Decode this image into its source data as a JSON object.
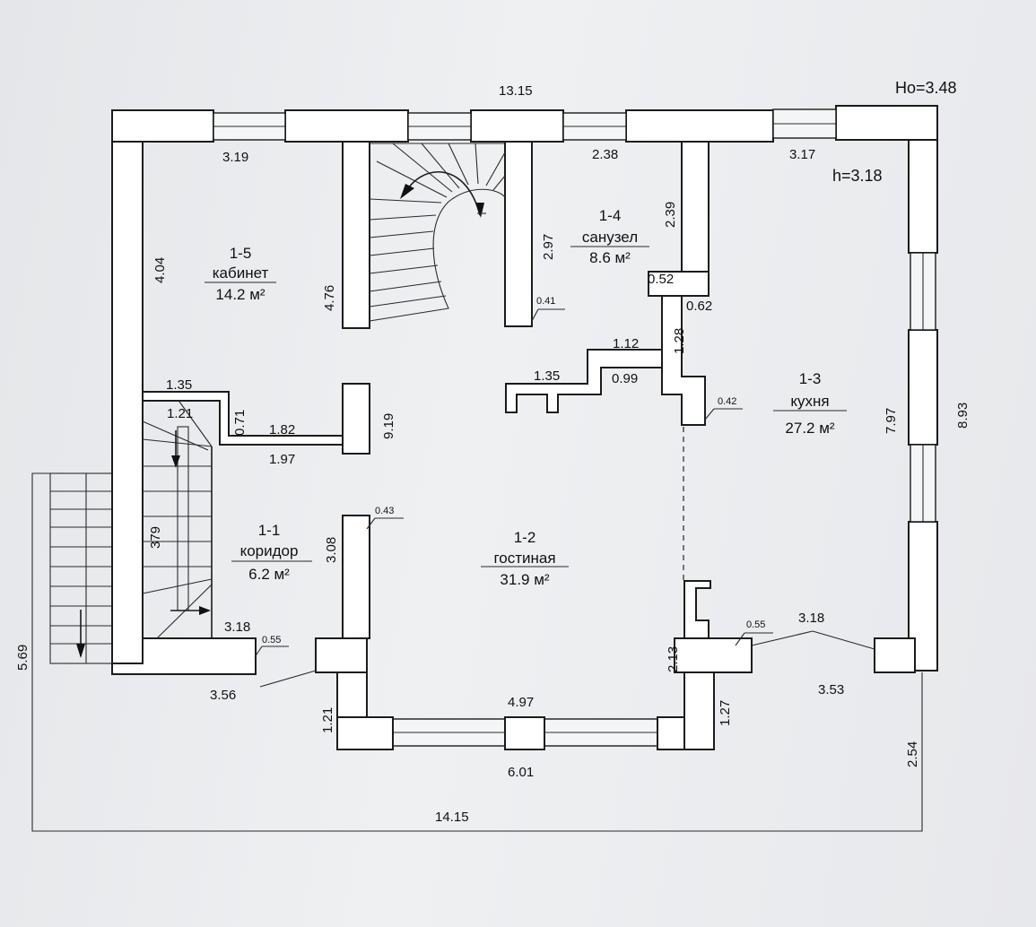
{
  "header": {
    "ceiling_total": "Ho=3.48",
    "ceiling_clear": "h=3.18"
  },
  "rooms": [
    {
      "id": "1-5",
      "name": "кабинет",
      "area": "14.2 м²"
    },
    {
      "id": "1-4",
      "name": "санузел",
      "area": "8.6 м²"
    },
    {
      "id": "1-3",
      "name": "кухня",
      "area": "27.2 м²"
    },
    {
      "id": "1-1",
      "name": "коридор",
      "area": "6.2 м²"
    },
    {
      "id": "1-2",
      "name": "гостиная",
      "area": "31.9 м²"
    }
  ],
  "dimensions": {
    "top_overall": "13.15",
    "top_left": "3.19",
    "top_mid": "2.38",
    "top_right": "3.17",
    "left_cabinet": "4.04",
    "stair_wall": "4.76",
    "bath_left": "2.97",
    "bath_right": "2.39",
    "w041": "0.41",
    "w052": "0.52",
    "w062": "0.62",
    "d128": "1.28",
    "d112": "1.12",
    "d135b": "1.35",
    "d099": "0.99",
    "w042": "0.42",
    "kitchen_depth": "7.97",
    "right_overall": "8.93",
    "d135": "1.35",
    "d121": "1.21",
    "d071": "0.71",
    "d182": "1.82",
    "d197": "1.97",
    "center_depth": "9.19",
    "stair_len": "379",
    "d308": "3.08",
    "w043": "0.43",
    "d318_left": "3.18",
    "w055_left": "0.55",
    "d356": "3.56",
    "d121_bay": "1.21",
    "d497": "4.97",
    "d601": "6.01",
    "d213": "2.13",
    "w055_right": "0.55",
    "d318_right": "3.18",
    "d353": "3.53",
    "d127": "1.27",
    "d254": "2.54",
    "d569": "5.69",
    "bottom_overall": "14.15"
  }
}
